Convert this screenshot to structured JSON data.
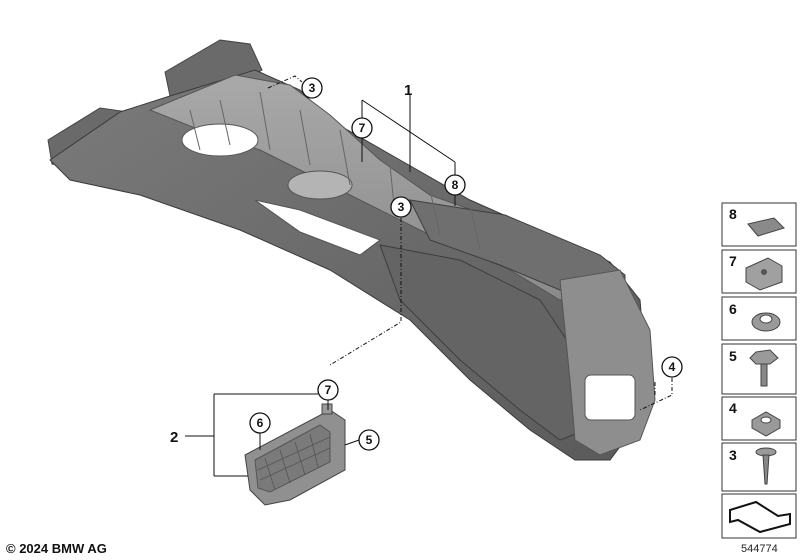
{
  "callouts": {
    "c1": "1",
    "c2": "2",
    "c3a": "3",
    "c3b": "3",
    "c4": "4",
    "c5": "5",
    "c6": "6",
    "c7a": "7",
    "c7b": "7",
    "c8": "8"
  },
  "parts_panel": [
    "8",
    "7",
    "6",
    "5",
    "4",
    "3"
  ],
  "copyright": "© 2024 BMW AG",
  "diagram_id": "544774"
}
